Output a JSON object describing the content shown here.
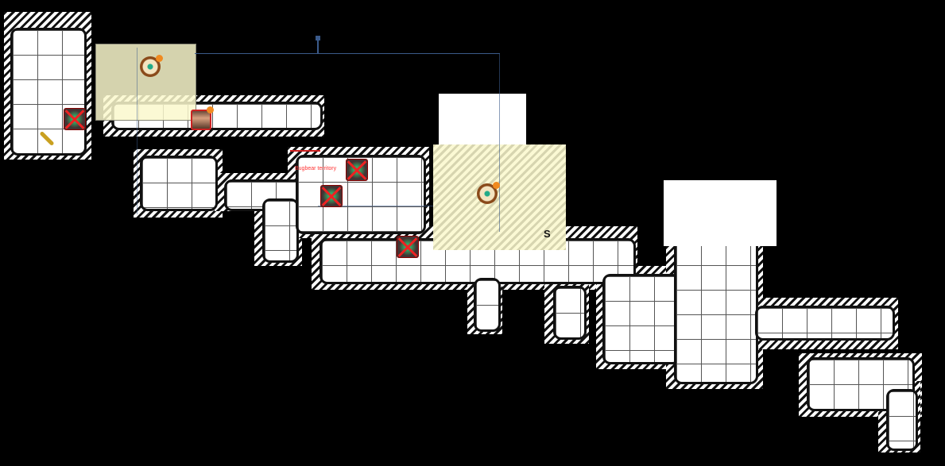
{
  "map": {
    "labels": {
      "territory": "Bugbear territory",
      "secret_door": "S"
    },
    "tokens": [
      {
        "type": "compass-marker",
        "badge": true
      },
      {
        "type": "character-portrait",
        "badge": true
      },
      {
        "type": "compass-marker",
        "badge": true
      },
      {
        "type": "defeated-creature"
      },
      {
        "type": "defeated-creature"
      },
      {
        "type": "defeated-creature"
      },
      {
        "type": "defeated-creature"
      },
      {
        "type": "torch"
      }
    ],
    "colors": {
      "background": "#000000",
      "lit_area": "#faf8cd",
      "defeated_marker": "#e22222",
      "measure_line": "#3a5a8a",
      "badge": "#f08a20"
    }
  }
}
